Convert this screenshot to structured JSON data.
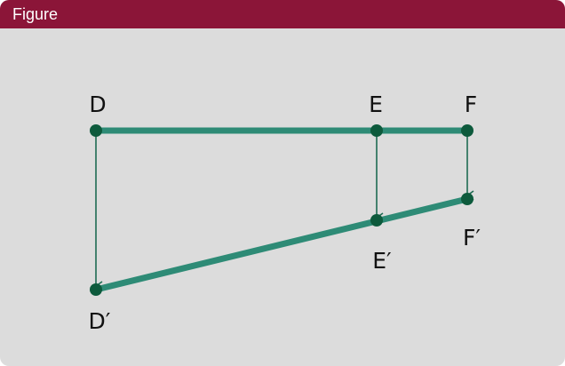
{
  "header": {
    "title": "Figure"
  },
  "colors": {
    "header_bg": "#8b1538",
    "panel_bg": "#dcdcdc",
    "segment": "#2e8b76",
    "arrow": "#1e6b52",
    "point": "#0d5a3c",
    "label": "#111111"
  },
  "diagram": {
    "labels": {
      "D": "D",
      "E": "E",
      "F": "F",
      "D_prime": "D′",
      "E_prime": "E′",
      "F_prime": "F′"
    }
  }
}
